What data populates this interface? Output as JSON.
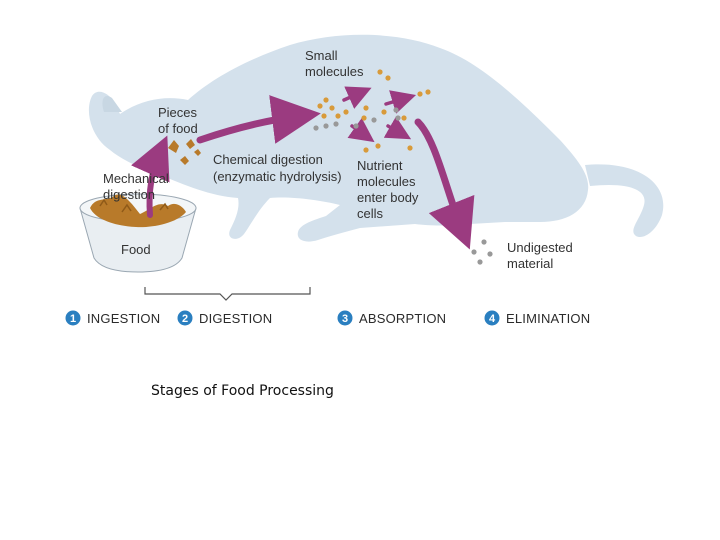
{
  "labels": {
    "small_molecules": [
      "Small",
      "molecules"
    ],
    "pieces_of_food": [
      "Pieces",
      "of food"
    ],
    "mechanical_digestion": [
      "Mechanical",
      "digestion"
    ],
    "chemical_digestion": [
      "Chemical digestion",
      "(enzymatic hydrolysis)"
    ],
    "nutrient_molecules": [
      "Nutrient",
      "molecules",
      "enter body",
      "cells"
    ],
    "food": "Food",
    "undigested_material": [
      "Undigested",
      "material"
    ]
  },
  "stages": [
    {
      "number": "1",
      "label": "INGESTION"
    },
    {
      "number": "2",
      "label": "DIGESTION"
    },
    {
      "number": "3",
      "label": "ABSORPTION"
    },
    {
      "number": "4",
      "label": "ELIMINATION"
    }
  ],
  "caption": "Stages of Food Processing",
  "colors": {
    "cat_body": "#d4e1ec",
    "arrow": "#9b3b80",
    "food": "#b87a2a",
    "molecule_orange": "#d89a3a",
    "molecule_gray": "#999999",
    "stage_circle": "#2a7fc0",
    "bowl": "#e9eef2"
  }
}
